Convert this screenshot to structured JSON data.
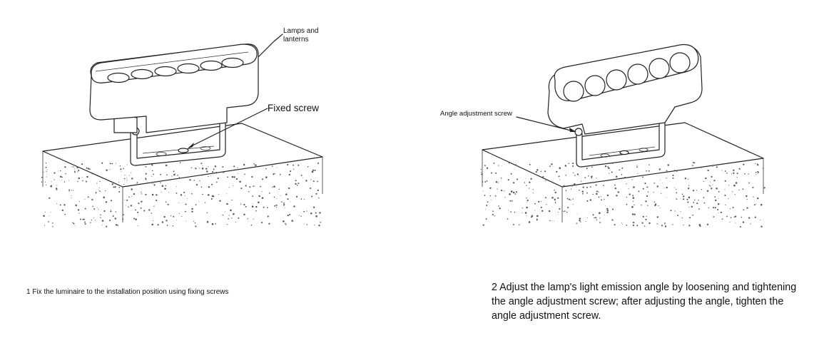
{
  "step1": {
    "label_lamps": "Lamps and lanterns",
    "label_fixed_screw": "Fixed screw",
    "caption": "1 Fix the luminaire to the installation position using fixing screws"
  },
  "step2": {
    "label_angle_screw": "Angle adjustment screw",
    "caption": "2 Adjust the lamp's light emission angle by loosening and tightening the angle adjustment screw; after adjusting the angle, tighten the angle adjustment screw."
  },
  "colors": {
    "line": "#222222",
    "background": "#ffffff"
  }
}
